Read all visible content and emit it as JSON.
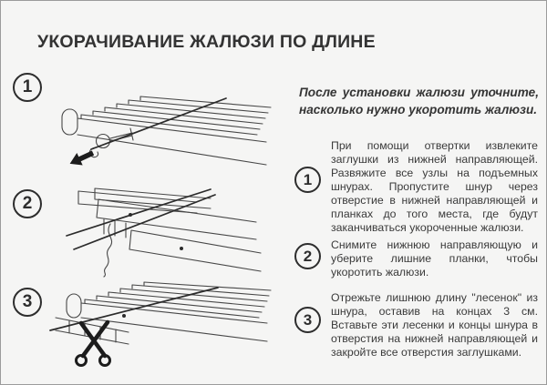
{
  "page": {
    "title": "УКОРАЧИВАНИЕ ЖАЛЮЗИ ПО ДЛИНЕ",
    "intro": "После установки жалюзи уточните, насколько нужно укоротить жалюзи."
  },
  "colors": {
    "background": "#f5f5f4",
    "page_border": "#9b9b9b",
    "text": "#3a3a3a",
    "line_art": "#474747",
    "solid_black": "#1c1c1c"
  },
  "figures": [
    {
      "number": "1"
    },
    {
      "number": "2"
    },
    {
      "number": "3"
    }
  ],
  "steps": [
    {
      "number": "1",
      "text": "При помощи отвертки извлеките заглушки из нижней направляющей. Развяжите все узлы на подъемных шнурах. Пропустите шнур через отверстие в нижней направляющей и планках до того места, где будут заканчиваться укороченные жалюзи."
    },
    {
      "number": "2",
      "text": "Снимите нижнюю направляющую и уберите лишние планки, чтобы укоротить жалюзи."
    },
    {
      "number": "3",
      "text": "Отрежьте лишнюю длину \"лесенок\" из шнура, оставив на концах 3 см. Вставьте эти лесенки и концы шнура в отверстия на нижней направляющей и закройте все отверстия заглушками."
    }
  ]
}
